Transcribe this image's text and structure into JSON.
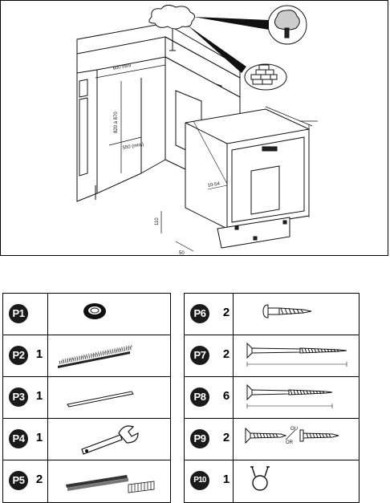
{
  "diagram": {
    "dim_width": "600 mini",
    "dim_height": "820 à 870",
    "dim_depth": "550 (mini)",
    "dim_small_a": "10-54",
    "dim_small_b": "110",
    "dim_small_c": "50"
  },
  "parts": [
    {
      "code": "P1",
      "qty": "",
      "icon": "ring-grommet-icon"
    },
    {
      "code": "P2",
      "qty": "1",
      "icon": "brush-strip-icon"
    },
    {
      "code": "P3",
      "qty": "1",
      "icon": "rail-strip-icon"
    },
    {
      "code": "P4",
      "qty": "1",
      "icon": "wrench-icon"
    },
    {
      "code": "P5",
      "qty": "2",
      "icon": "adhesive-strips-icon"
    },
    {
      "code": "P6",
      "qty": "2",
      "icon": "short-screw-icon"
    },
    {
      "code": "P7",
      "qty": "2",
      "icon": "long-screw-icon"
    },
    {
      "code": "P8",
      "qty": "6",
      "icon": "medium-screw-icon"
    },
    {
      "code": "P9",
      "qty": "2",
      "icon": "screw-pair-icon",
      "or_top": "OU",
      "or_bottom": "OR"
    },
    {
      "code": "P10",
      "qty": "1",
      "icon": "clip-ring-icon"
    }
  ]
}
